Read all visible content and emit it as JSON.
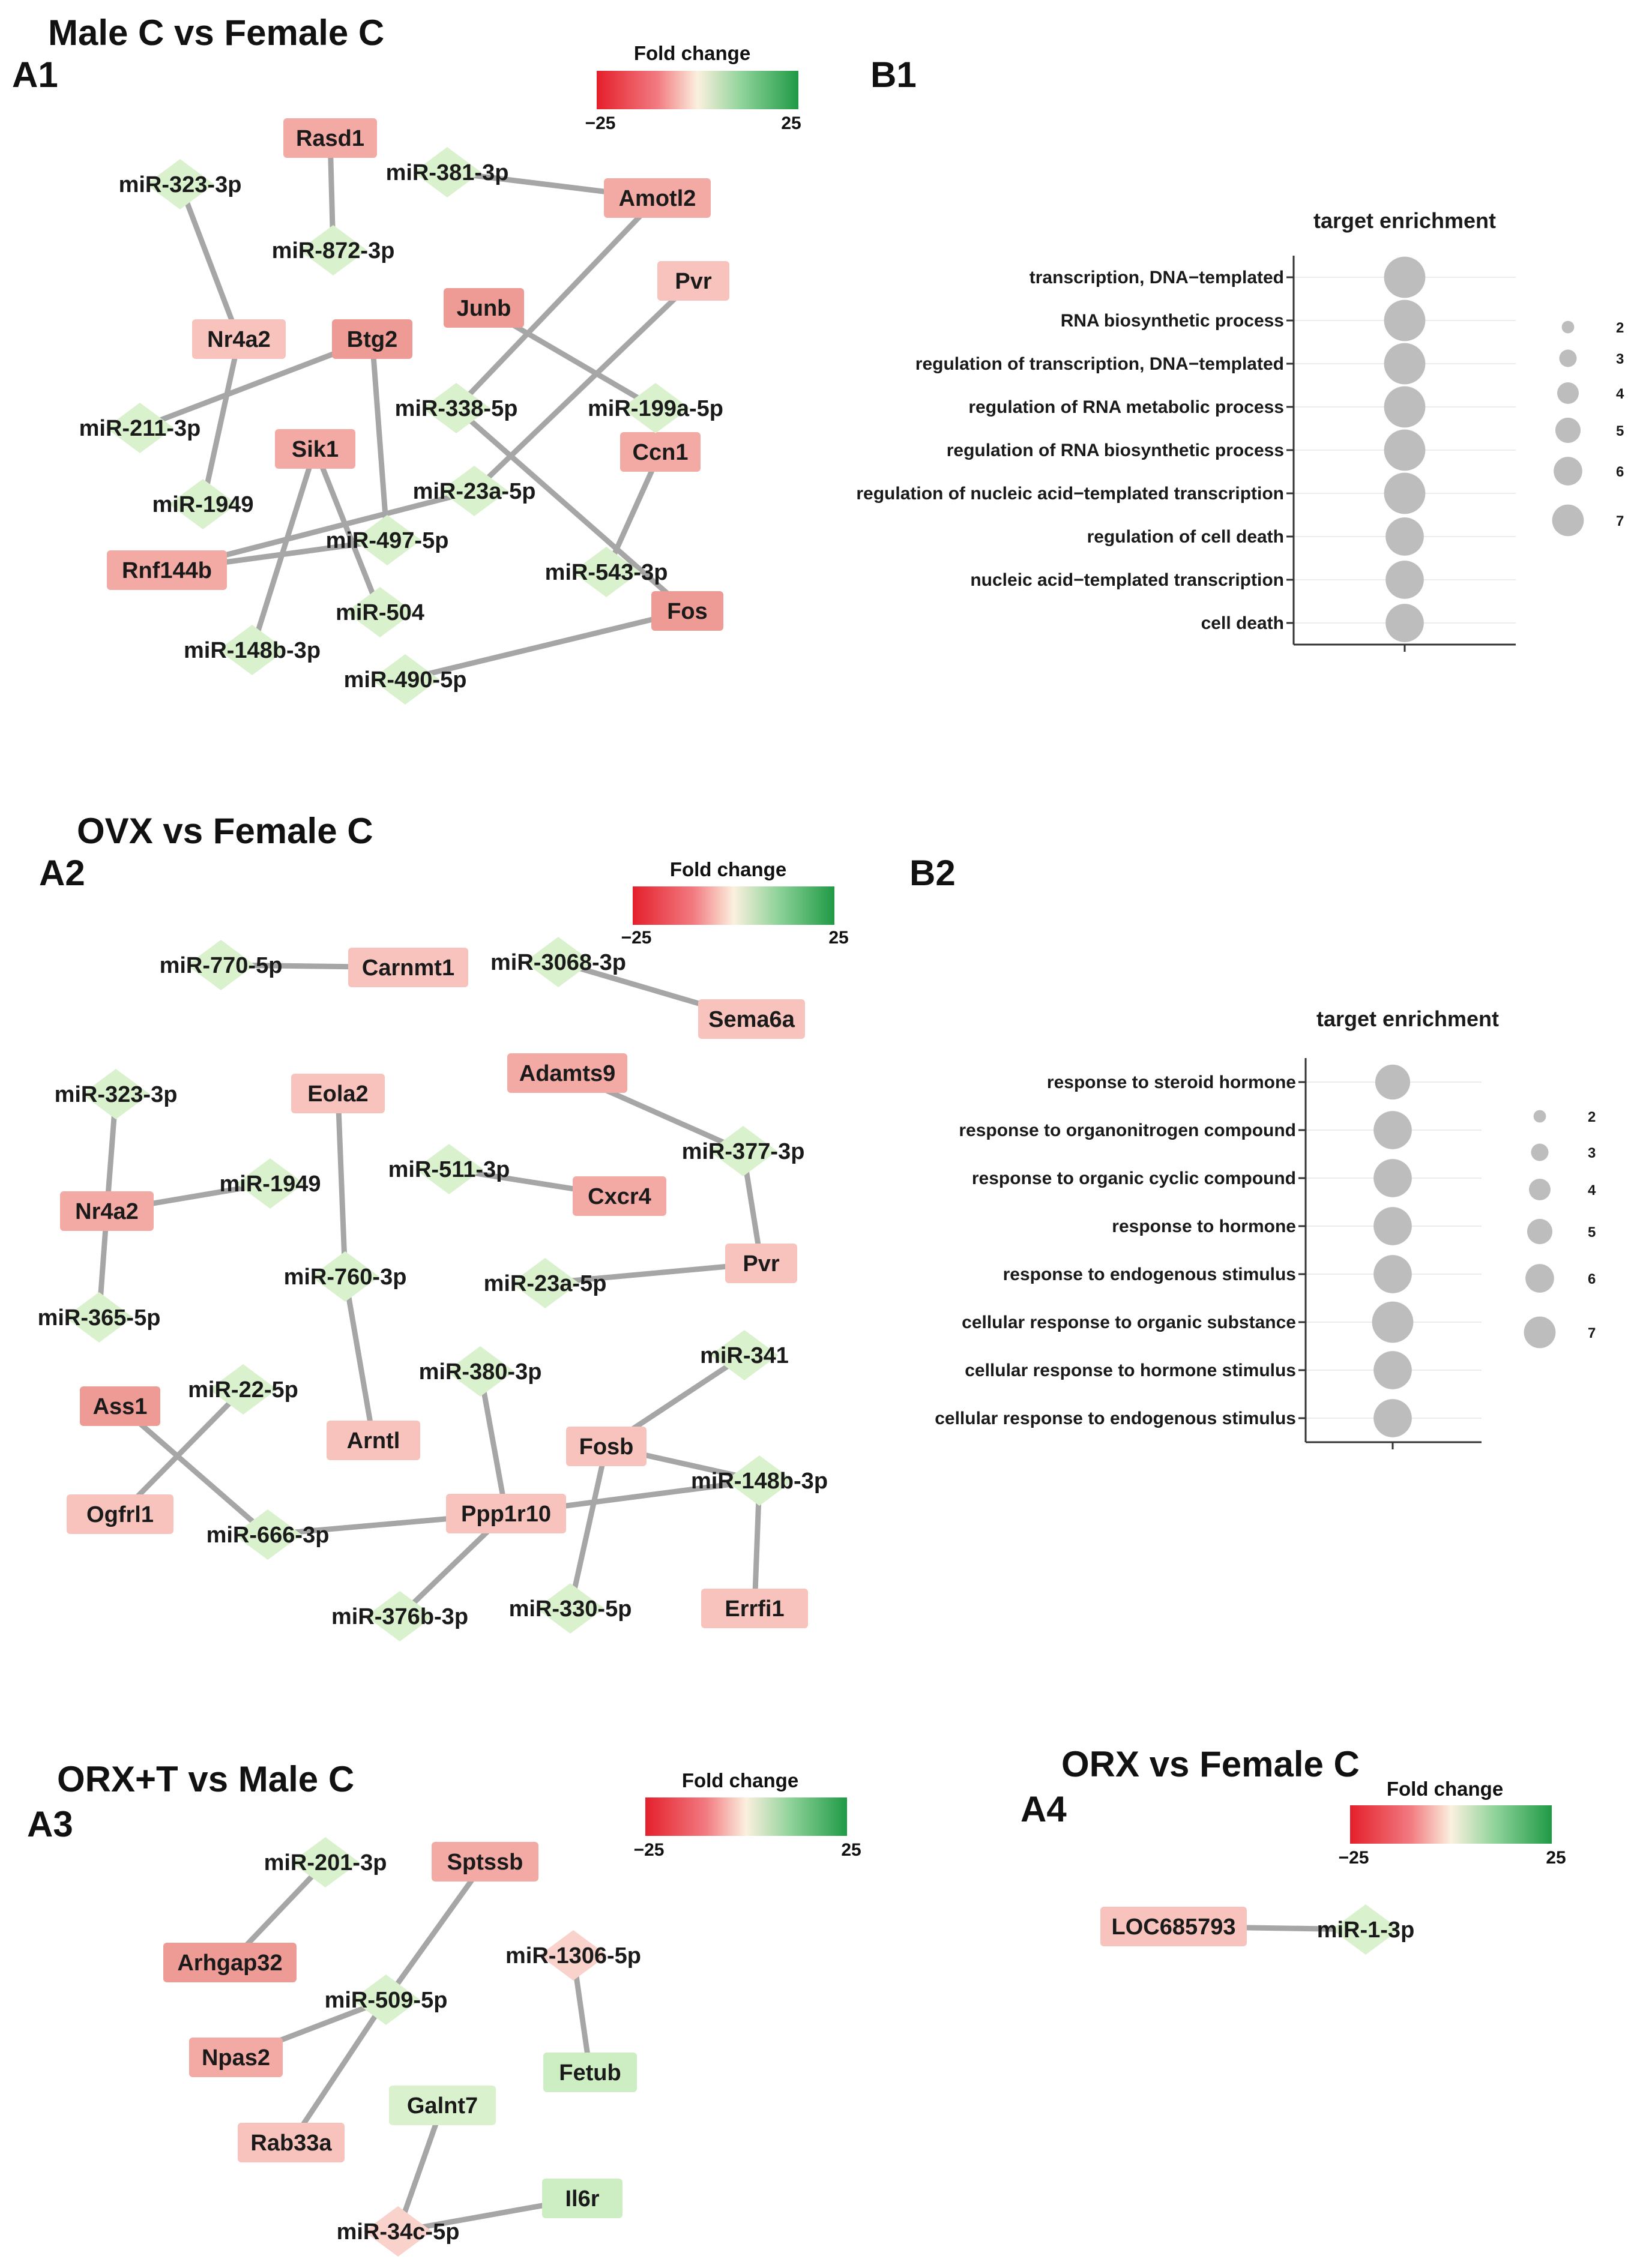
{
  "legend": {
    "title": "Fold change",
    "min": "−25",
    "max": "25"
  },
  "panelA1": {
    "label": "A1",
    "title": "Male C vs Female C",
    "nodes": [
      {
        "id": "Rasd1",
        "label": "Rasd1",
        "kind": "gene",
        "color": "#f4aaa4"
      },
      {
        "id": "Amotl2",
        "label": "Amotl2",
        "kind": "gene",
        "color": "#f4aaa4"
      },
      {
        "id": "Nr4a2",
        "label": "Nr4a2",
        "kind": "gene",
        "color": "#f7c3bc"
      },
      {
        "id": "Btg2",
        "label": "Btg2",
        "kind": "gene",
        "color": "#ee9b95"
      },
      {
        "id": "Junb",
        "label": "Junb",
        "kind": "gene",
        "color": "#ee9b95"
      },
      {
        "id": "Pvr",
        "label": "Pvr",
        "kind": "gene",
        "color": "#f7c3bc"
      },
      {
        "id": "Sik1",
        "label": "Sik1",
        "kind": "gene",
        "color": "#f4aaa4"
      },
      {
        "id": "Ccn1",
        "label": "Ccn1",
        "kind": "gene",
        "color": "#f4aaa4"
      },
      {
        "id": "Rnf144b",
        "label": "Rnf144b",
        "kind": "gene",
        "color": "#f4aaa4"
      },
      {
        "id": "Fos",
        "label": "Fos",
        "kind": "gene",
        "color": "#ee9b95"
      },
      {
        "id": "miR-323-3p",
        "label": "miR-323-3p",
        "kind": "mirna",
        "color": "#d9f2cd"
      },
      {
        "id": "miR-381-3p",
        "label": "miR-381-3p",
        "kind": "mirna",
        "color": "#d9f2cd"
      },
      {
        "id": "miR-872-3p",
        "label": "miR-872-3p",
        "kind": "mirna",
        "color": "#d9f2cd"
      },
      {
        "id": "miR-211-3p",
        "label": "miR-211-3p",
        "kind": "mirna",
        "color": "#d9f2cd"
      },
      {
        "id": "miR-338-5p",
        "label": "miR-338-5p",
        "kind": "mirna",
        "color": "#d9f2cd"
      },
      {
        "id": "miR-199a-5p",
        "label": "miR-199a-5p",
        "kind": "mirna",
        "color": "#d9f2cd"
      },
      {
        "id": "miR-1949",
        "label": "miR-1949",
        "kind": "mirna",
        "color": "#d9f2cd"
      },
      {
        "id": "miR-23a-5p",
        "label": "miR-23a-5p",
        "kind": "mirna",
        "color": "#d9f2cd"
      },
      {
        "id": "miR-497-5p",
        "label": "miR-497-5p",
        "kind": "mirna",
        "color": "#d9f2cd"
      },
      {
        "id": "miR-543-3p",
        "label": "miR-543-3p",
        "kind": "mirna",
        "color": "#d9f2cd"
      },
      {
        "id": "miR-504",
        "label": "miR-504",
        "kind": "mirna",
        "color": "#d9f2cd"
      },
      {
        "id": "miR-148b-3p",
        "label": "miR-148b-3p",
        "kind": "mirna",
        "color": "#d9f2cd"
      },
      {
        "id": "miR-490-5p",
        "label": "miR-490-5p",
        "kind": "mirna",
        "color": "#d9f2cd"
      }
    ],
    "edges": [
      [
        "Rasd1",
        "miR-872-3p"
      ],
      [
        "miR-381-3p",
        "Amotl2"
      ],
      [
        "miR-323-3p",
        "Nr4a2"
      ],
      [
        "Nr4a2",
        "miR-1949"
      ],
      [
        "Btg2",
        "miR-211-3p"
      ],
      [
        "Btg2",
        "miR-497-5p"
      ],
      [
        "Junb",
        "miR-199a-5p"
      ],
      [
        "Amotl2",
        "miR-338-5p"
      ],
      [
        "miR-338-5p",
        "Fos"
      ],
      [
        "Pvr",
        "miR-23a-5p"
      ],
      [
        "miR-23a-5p",
        "Rnf144b"
      ],
      [
        "Rnf144b",
        "miR-497-5p"
      ],
      [
        "Sik1",
        "miR-148b-3p"
      ],
      [
        "Sik1",
        "miR-504"
      ],
      [
        "Ccn1",
        "miR-543-3p"
      ],
      [
        "Fos",
        "miR-490-5p"
      ]
    ]
  },
  "panelB1": {
    "label": "B1",
    "title": "target enrichment",
    "terms": [
      {
        "term": "transcription, DNA−templated",
        "count": 7
      },
      {
        "term": "RNA biosynthetic process",
        "count": 7
      },
      {
        "term": "regulation of transcription, DNA−templated",
        "count": 7
      },
      {
        "term": "regulation of RNA metabolic process",
        "count": 7
      },
      {
        "term": "regulation of RNA biosynthetic process",
        "count": 7
      },
      {
        "term": "regulation of nucleic acid−templated transcription",
        "count": 7
      },
      {
        "term": "regulation of cell death",
        "count": 6
      },
      {
        "term": "nucleic acid−templated transcription",
        "count": 6
      },
      {
        "term": "cell death",
        "count": 6
      }
    ],
    "size_legend": [
      2,
      3,
      4,
      5,
      6,
      7
    ]
  },
  "panelA2": {
    "label": "A2",
    "title": "OVX vs Female C",
    "nodes": [
      {
        "id": "miR-770-5p",
        "label": "miR-770-5p",
        "kind": "mirna",
        "color": "#d9f2cd"
      },
      {
        "id": "Carnmt1",
        "label": "Carnmt1",
        "kind": "gene",
        "color": "#f7c3bc"
      },
      {
        "id": "miR-3068-3p",
        "label": "miR-3068-3p",
        "kind": "mirna",
        "color": "#d9f2cd"
      },
      {
        "id": "Sema6a",
        "label": "Sema6a",
        "kind": "gene",
        "color": "#f7c3bc"
      },
      {
        "id": "miR-323-3p",
        "label": "miR-323-3p",
        "kind": "mirna",
        "color": "#d9f2cd"
      },
      {
        "id": "Eola2",
        "label": "Eola2",
        "kind": "gene",
        "color": "#f7c3bc"
      },
      {
        "id": "Adamts9",
        "label": "Adamts9",
        "kind": "gene",
        "color": "#f4aaa4"
      },
      {
        "id": "miR-377-3p",
        "label": "miR-377-3p",
        "kind": "mirna",
        "color": "#d9f2cd"
      },
      {
        "id": "miR-1949",
        "label": "miR-1949",
        "kind": "mirna",
        "color": "#d9f2cd"
      },
      {
        "id": "miR-511-3p",
        "label": "miR-511-3p",
        "kind": "mirna",
        "color": "#d9f2cd"
      },
      {
        "id": "Cxcr4",
        "label": "Cxcr4",
        "kind": "gene",
        "color": "#f4aaa4"
      },
      {
        "id": "Nr4a2",
        "label": "Nr4a2",
        "kind": "gene",
        "color": "#f4aaa4"
      },
      {
        "id": "Pvr",
        "label": "Pvr",
        "kind": "gene",
        "color": "#f7c3bc"
      },
      {
        "id": "miR-760-3p",
        "label": "miR-760-3p",
        "kind": "mirna",
        "color": "#d9f2cd"
      },
      {
        "id": "miR-23a-5p",
        "label": "miR-23a-5p",
        "kind": "mirna",
        "color": "#d9f2cd"
      },
      {
        "id": "miR-365-5p",
        "label": "miR-365-5p",
        "kind": "mirna",
        "color": "#d9f2cd"
      },
      {
        "id": "miR-380-3p",
        "label": "miR-380-3p",
        "kind": "mirna",
        "color": "#d9f2cd"
      },
      {
        "id": "miR-341",
        "label": "miR-341",
        "kind": "mirna",
        "color": "#d9f2cd"
      },
      {
        "id": "Ass1",
        "label": "Ass1",
        "kind": "gene",
        "color": "#ee9b95"
      },
      {
        "id": "miR-22-5p",
        "label": "miR-22-5p",
        "kind": "mirna",
        "color": "#d9f2cd"
      },
      {
        "id": "Arntl",
        "label": "Arntl",
        "kind": "gene",
        "color": "#f7c3bc"
      },
      {
        "id": "Fosb",
        "label": "Fosb",
        "kind": "gene",
        "color": "#f7c3bc"
      },
      {
        "id": "miR-148b-3p",
        "label": "miR-148b-3p",
        "kind": "mirna",
        "color": "#d9f2cd"
      },
      {
        "id": "Ogfrl1",
        "label": "Ogfrl1",
        "kind": "gene",
        "color": "#f7c3bc"
      },
      {
        "id": "miR-666-3p",
        "label": "miR-666-3p",
        "kind": "mirna",
        "color": "#d9f2cd"
      },
      {
        "id": "Ppp1r10",
        "label": "Ppp1r10",
        "kind": "gene",
        "color": "#f7c3bc"
      },
      {
        "id": "miR-376b-3p",
        "label": "miR-376b-3p",
        "kind": "mirna",
        "color": "#d9f2cd"
      },
      {
        "id": "miR-330-5p",
        "label": "miR-330-5p",
        "kind": "mirna",
        "color": "#d9f2cd"
      },
      {
        "id": "Errfi1",
        "label": "Errfi1",
        "kind": "gene",
        "color": "#f7c3bc"
      }
    ],
    "edges": [
      [
        "miR-770-5p",
        "Carnmt1"
      ],
      [
        "miR-3068-3p",
        "Sema6a"
      ],
      [
        "miR-323-3p",
        "Nr4a2"
      ],
      [
        "Nr4a2",
        "miR-1949"
      ],
      [
        "Nr4a2",
        "miR-365-5p"
      ],
      [
        "Eola2",
        "miR-760-3p"
      ],
      [
        "miR-760-3p",
        "Arntl"
      ],
      [
        "Adamts9",
        "miR-377-3p"
      ],
      [
        "miR-377-3p",
        "Pvr"
      ],
      [
        "miR-511-3p",
        "Cxcr4"
      ],
      [
        "miR-23a-5p",
        "Pvr"
      ],
      [
        "miR-380-3p",
        "Ppp1r10"
      ],
      [
        "Ass1",
        "miR-666-3p"
      ],
      [
        "miR-22-5p",
        "Ogfrl1"
      ],
      [
        "miR-666-3p",
        "Ppp1r10"
      ],
      [
        "Ppp1r10",
        "miR-148b-3p"
      ],
      [
        "Ppp1r10",
        "miR-376b-3p"
      ],
      [
        "Fosb",
        "miR-341"
      ],
      [
        "Fosb",
        "miR-148b-3p"
      ],
      [
        "Fosb",
        "miR-330-5p"
      ],
      [
        "miR-148b-3p",
        "Errfi1"
      ]
    ]
  },
  "panelB2": {
    "label": "B2",
    "title": "target enrichment",
    "terms": [
      {
        "term": "response to steroid hormone",
        "count": 5
      },
      {
        "term": "response to organonitrogen compound",
        "count": 6
      },
      {
        "term": "response to organic cyclic compound",
        "count": 6
      },
      {
        "term": "response to hormone",
        "count": 6
      },
      {
        "term": "response to endogenous stimulus",
        "count": 6
      },
      {
        "term": "cellular response to organic substance",
        "count": 7
      },
      {
        "term": "cellular response to hormone stimulus",
        "count": 6
      },
      {
        "term": "cellular response to endogenous stimulus",
        "count": 6
      }
    ],
    "size_legend": [
      2,
      3,
      4,
      5,
      6,
      7
    ]
  },
  "panelA3": {
    "label": "A3",
    "title": "ORX+T vs Male C",
    "nodes": [
      {
        "id": "miR-201-3p",
        "label": "miR-201-3p",
        "kind": "mirna",
        "color": "#d9f2cd"
      },
      {
        "id": "Sptssb",
        "label": "Sptssb",
        "kind": "gene",
        "color": "#f4aaa4"
      },
      {
        "id": "Arhgap32",
        "label": "Arhgap32",
        "kind": "gene",
        "color": "#ee9b95"
      },
      {
        "id": "miR-1306-5p",
        "label": "miR-1306-5p",
        "kind": "mirna",
        "color": "#f9d2cc"
      },
      {
        "id": "miR-509-5p",
        "label": "miR-509-5p",
        "kind": "mirna",
        "color": "#d9f2cd"
      },
      {
        "id": "Npas2",
        "label": "Npas2",
        "kind": "gene",
        "color": "#f4aaa4"
      },
      {
        "id": "Fetub",
        "label": "Fetub",
        "kind": "gene",
        "color": "#cdeec3"
      },
      {
        "id": "Galnt7",
        "label": "Galnt7",
        "kind": "gene",
        "color": "#d9f2cd"
      },
      {
        "id": "Rab33a",
        "label": "Rab33a",
        "kind": "gene",
        "color": "#f7c3bc"
      },
      {
        "id": "Il6r",
        "label": "Il6r",
        "kind": "gene",
        "color": "#cdeec3"
      },
      {
        "id": "miR-34c-5p",
        "label": "miR-34c-5p",
        "kind": "mirna",
        "color": "#f9d2cc"
      }
    ],
    "edges": [
      [
        "miR-201-3p",
        "Arhgap32"
      ],
      [
        "Sptssb",
        "miR-509-5p"
      ],
      [
        "miR-509-5p",
        "Npas2"
      ],
      [
        "miR-509-5p",
        "Rab33a"
      ],
      [
        "miR-1306-5p",
        "Fetub"
      ],
      [
        "Galnt7",
        "miR-34c-5p"
      ],
      [
        "miR-34c-5p",
        "Il6r"
      ]
    ]
  },
  "panelA4": {
    "label": "A4",
    "title": "ORX vs Female C",
    "nodes": [
      {
        "id": "LOC685793",
        "label": "LOC685793",
        "kind": "gene",
        "color": "#f7c3bc"
      },
      {
        "id": "miR-1-3p",
        "label": "miR-1-3p",
        "kind": "mirna",
        "color": "#d9f2cd"
      }
    ],
    "edges": [
      [
        "LOC685793",
        "miR-1-3p"
      ]
    ]
  }
}
